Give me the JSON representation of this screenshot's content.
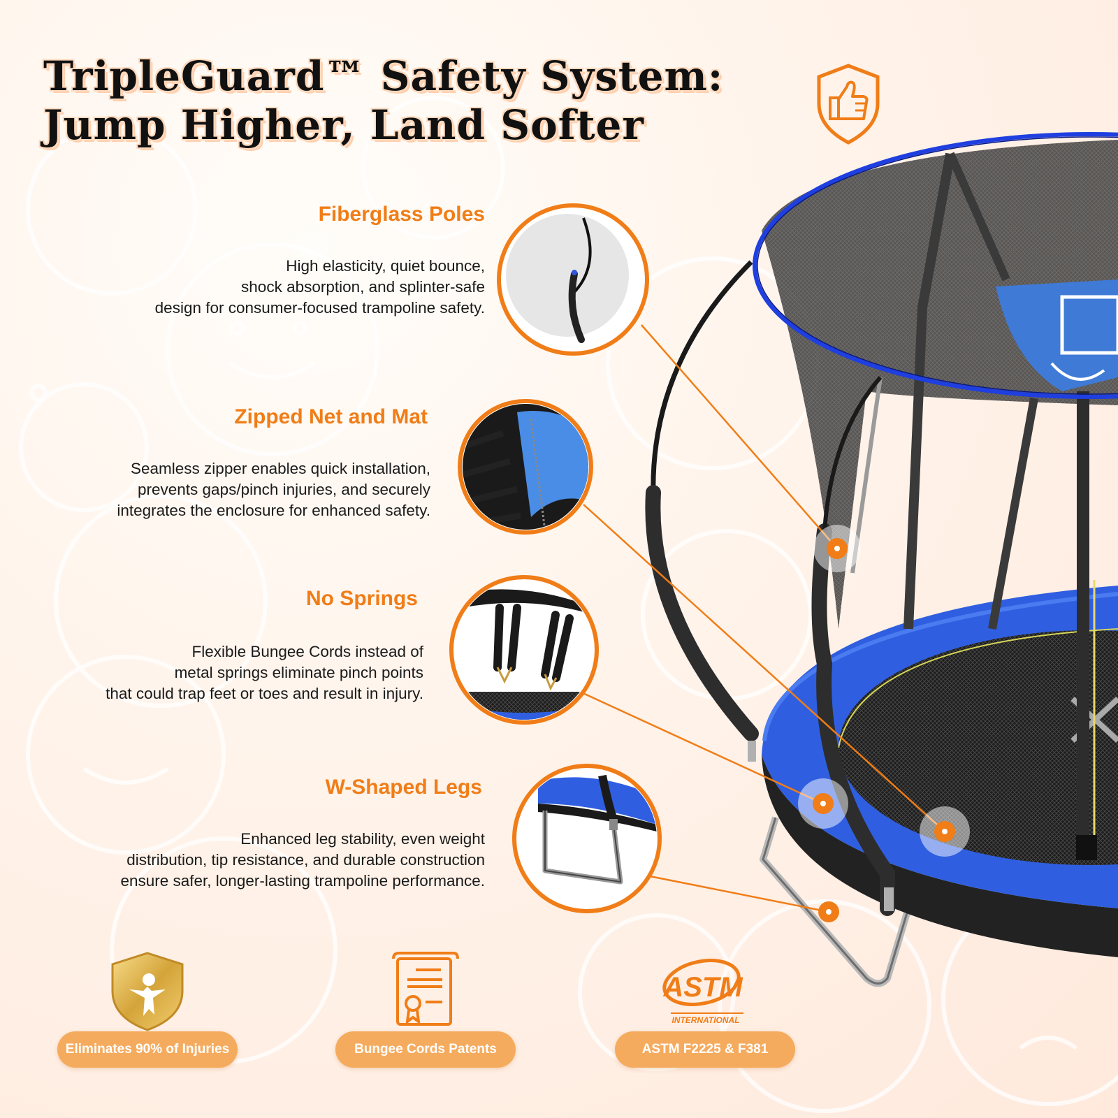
{
  "header": {
    "title_line1": "TripleGuard™ Safety System:",
    "title_line2": "Jump Higher, Land Softer",
    "badge_icon": "thumbs-up-shield-icon"
  },
  "features": [
    {
      "title": "Fiberglass Poles",
      "lines": [
        "High elasticity, quiet bounce,",
        "shock absorption, and splinter-safe",
        "design for consumer-focused trampoline safety."
      ],
      "icon": "fiberglass-pole-closeup"
    },
    {
      "title": "Zipped Net and Mat",
      "lines": [
        "Seamless zipper enables quick installation,",
        "prevents gaps/pinch injuries, and securely",
        "integrates the enclosure for enhanced safety."
      ],
      "icon": "zipper-closeup"
    },
    {
      "title": "No Springs",
      "lines": [
        "Flexible Bungee Cords instead of",
        "metal springs eliminate pinch points",
        "that could trap feet or toes and result in injury."
      ],
      "icon": "bungee-cords-closeup"
    },
    {
      "title": "W-Shaped Legs",
      "lines": [
        "Enhanced leg stability, even weight",
        "distribution, tip resistance, and durable construction",
        "ensure safer, longer-lasting trampoline performance."
      ],
      "icon": "w-leg-closeup"
    }
  ],
  "badges": [
    {
      "label": "Eliminates 90% of Injuries",
      "icon": "safety-shield-icon"
    },
    {
      "label": "Bungee Cords Patents",
      "icon": "certificate-icon"
    },
    {
      "label": "ASTM F2225 & F381",
      "icon": "astm-logo",
      "logo_text": "ASTM",
      "logo_subtext": "INTERNATIONAL"
    }
  ],
  "colors": {
    "accent": "#f07d17",
    "pill": "#f5ab5e",
    "trampoline_blue": "#2f5fe0"
  }
}
